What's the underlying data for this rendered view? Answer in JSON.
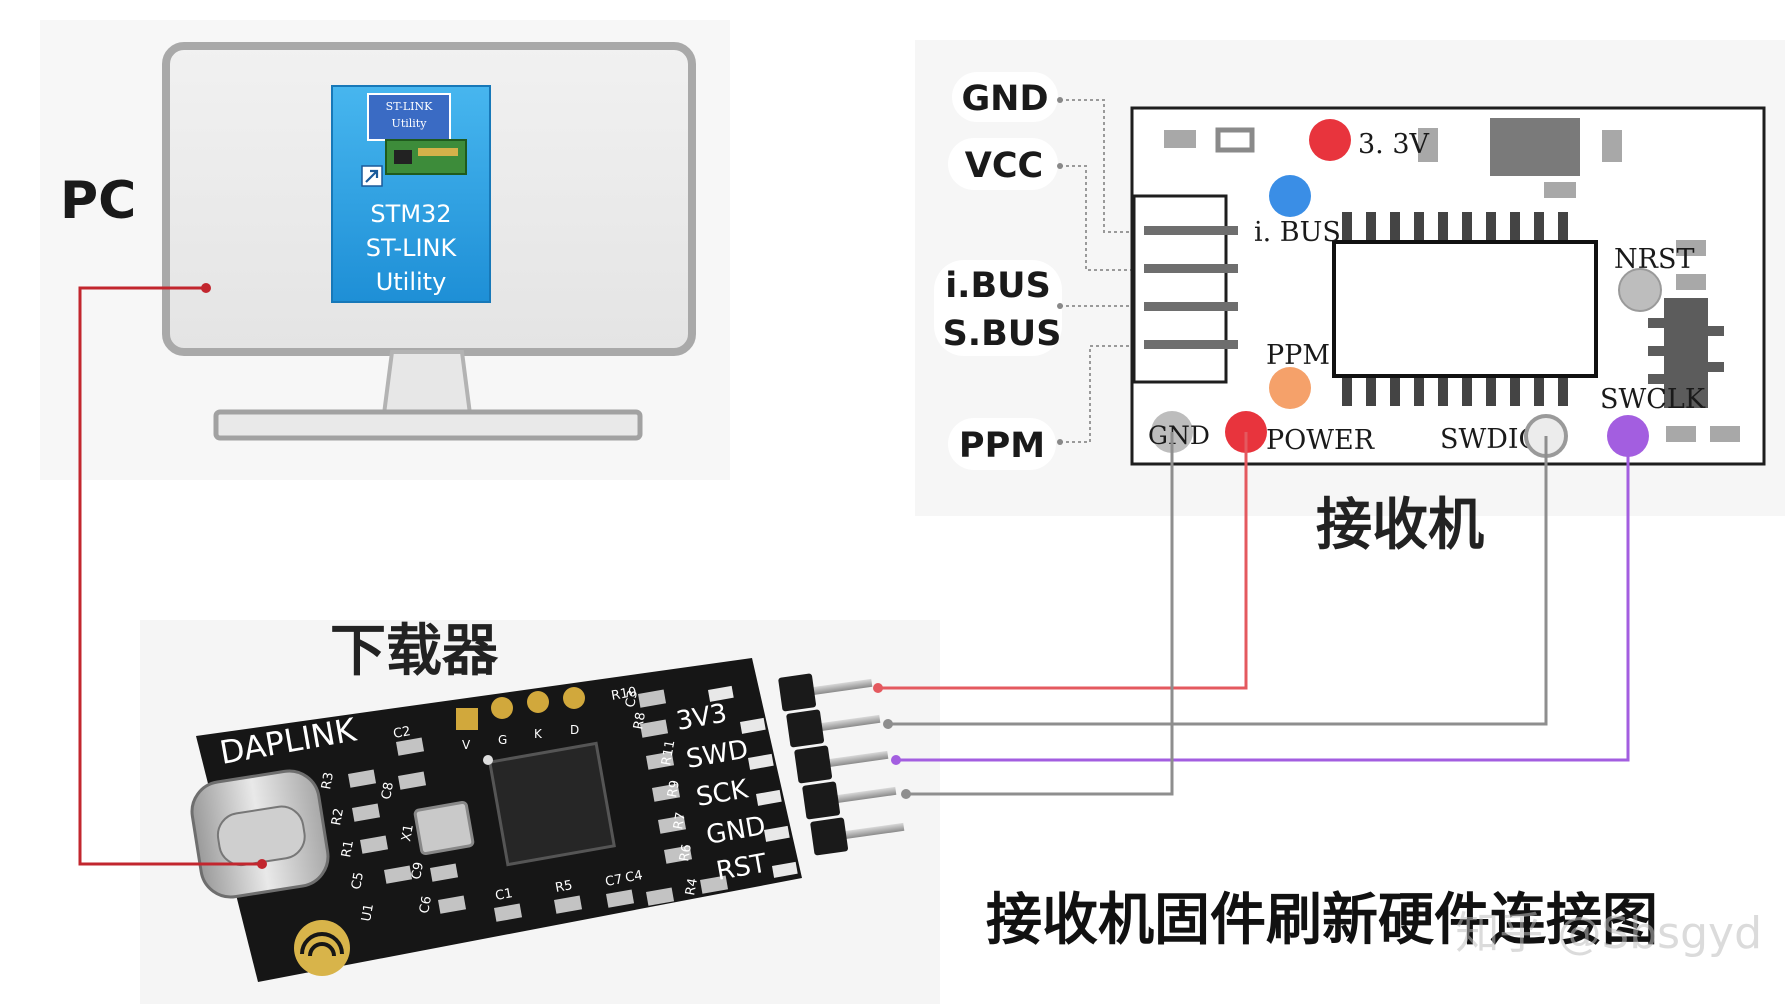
{
  "pc": {
    "label": "PC",
    "app_icon": {
      "title_line1": "ST-LINK",
      "title_line2": "Utility",
      "name_lines": [
        "STM32",
        "ST-LINK",
        "Utility"
      ]
    }
  },
  "downloader": {
    "label": "下载器",
    "board_name": "DAPLINK",
    "header_pins": [
      "3V3",
      "SWD",
      "SCK",
      "GND",
      "RST"
    ],
    "top_pads": [
      "V",
      "G",
      "K",
      "D"
    ],
    "components": [
      "C2",
      "R3",
      "C8",
      "R2",
      "R1",
      "X1",
      "C5",
      "C9",
      "U1",
      "C6",
      "C1",
      "R5",
      "C7",
      "C4",
      "R4",
      "R6",
      "R7",
      "R9",
      "R11",
      "R8",
      "C3",
      "R10"
    ]
  },
  "receiver": {
    "label": "接收机",
    "side_pins": [
      "GND",
      "VCC",
      "i.BUS",
      "S.BUS",
      "PPM"
    ],
    "pads": {
      "v33": "3. 3V",
      "ibus": "i. BUS",
      "ppm": "PPM",
      "nrst": "NRST",
      "swclk": "SWCLK",
      "gnd": "GND",
      "power": "POWER",
      "swdio": "SWDIO"
    }
  },
  "caption": "接收机固件刷新硬件连接图",
  "watermark": "知乎 @Sbsgyd",
  "colors": {
    "usb_wire": "#c2262e",
    "power_wire": "#e4595f",
    "gray_wire": "#8e8e8e",
    "purple_wire": "#a35ee0",
    "pad_red": "#e8343d",
    "pad_blue": "#3a8ee6",
    "pad_orange": "#f5a16a",
    "pad_gray": "#bdbdbd",
    "pad_purple": "#a35ee0",
    "pcb_black": "#161616",
    "icon_blue": "#2aa0e4"
  }
}
